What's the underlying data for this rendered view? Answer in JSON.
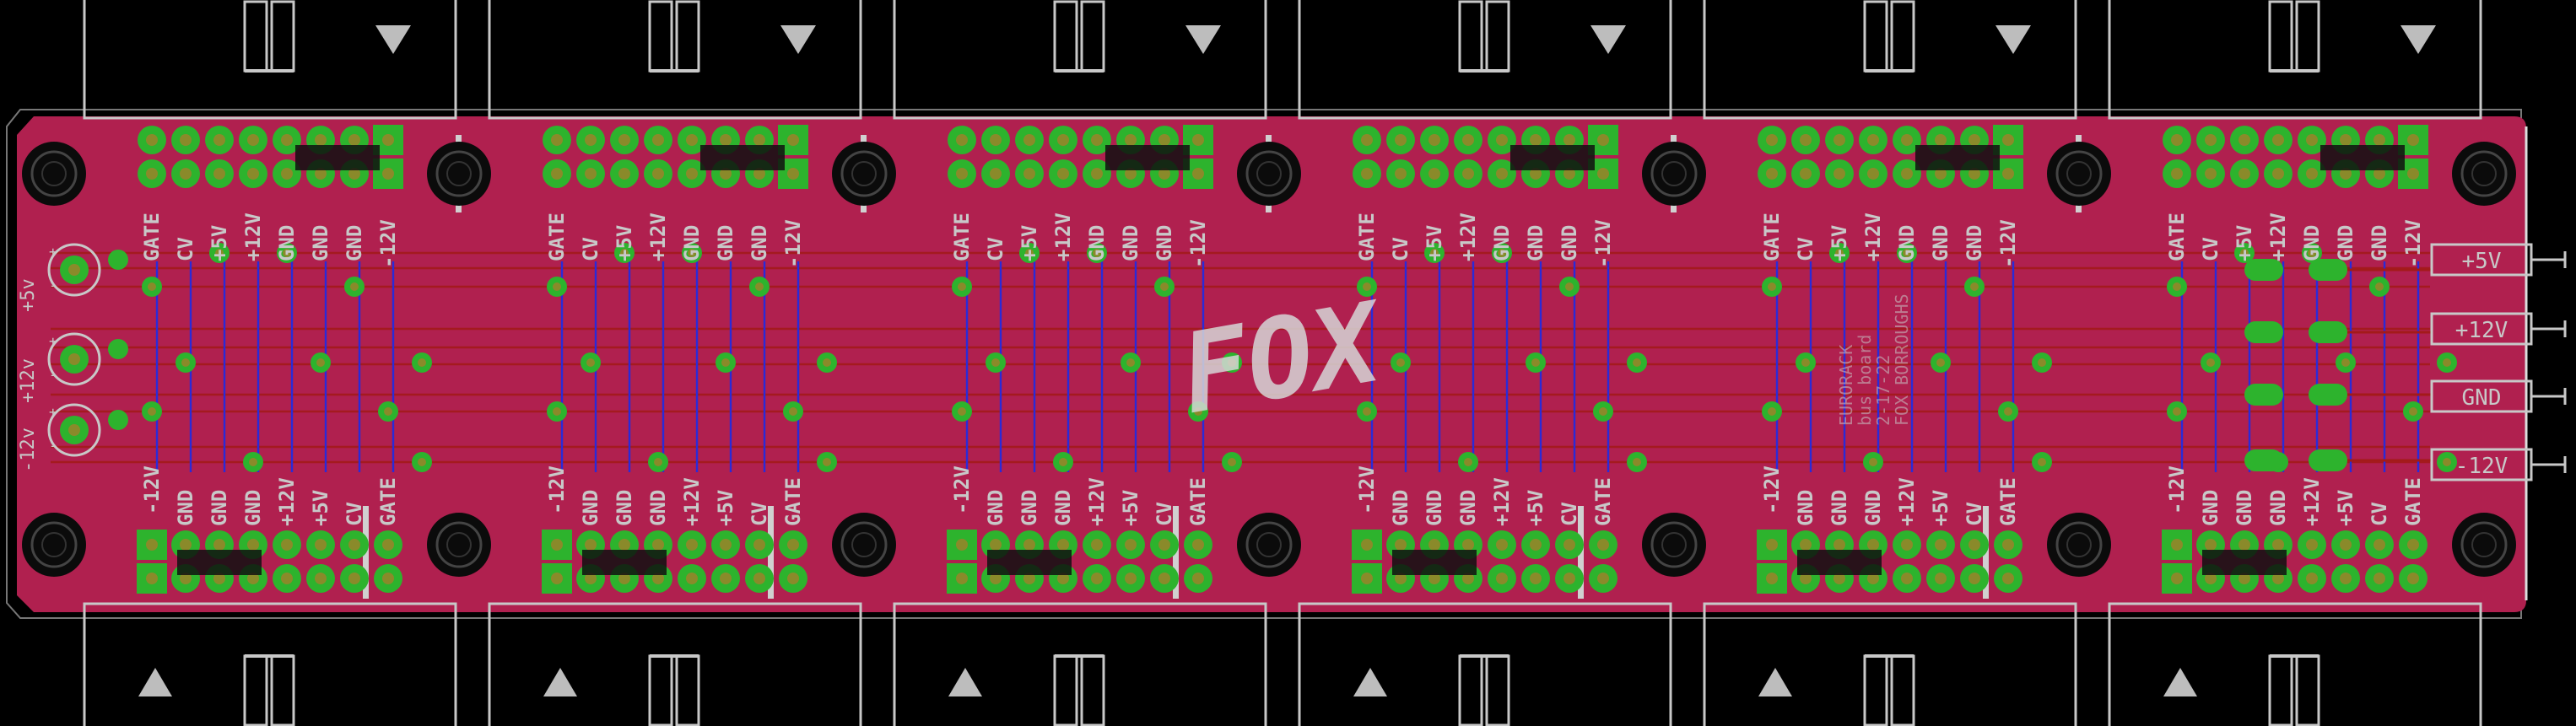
{
  "colors": {
    "background": "#000000",
    "board": "#b0204f",
    "silk": "#c8c8c8",
    "trace_bottom": "#2a2ad8",
    "trace_top": "#a31a1a",
    "pad": "#2db32d",
    "pad_hole": "#8a8a2a",
    "mount_hole": "#0a0a0a"
  },
  "connector_labels": {
    "top_row": [
      "GATE",
      "CV",
      "+5V",
      "+12V",
      "GND",
      "GND",
      "GND",
      "-12V"
    ],
    "bottom_row": [
      "-12V",
      "GND",
      "GND",
      "GND",
      "+12V",
      "+5V",
      "CV",
      "GATE"
    ]
  },
  "power_input": {
    "labels": [
      "+5v",
      "+12v",
      "-12v"
    ],
    "polarity": [
      "+",
      "-"
    ]
  },
  "outputs": [
    "+5V",
    "+12V",
    "GND",
    "-12V"
  ],
  "logo": "FOX",
  "board_info": [
    "EURORACK",
    "bus board",
    "2-17-22",
    "FOX BORROUGHS"
  ],
  "modules": 6
}
